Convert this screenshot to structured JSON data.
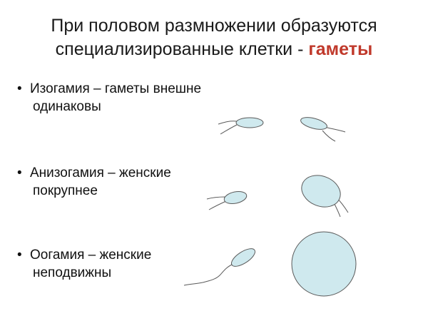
{
  "title": {
    "line1": "При половом размножении образуются",
    "line2_text": "специализированные клетки - ",
    "line2_accent": "гаметы"
  },
  "bullets": [
    {
      "marker": "•",
      "line1": "Изогамия – гаметы внешне",
      "line2": "одинаковы"
    },
    {
      "marker": "•",
      "line1": "Анизогамия – женские",
      "line2": "покрупнее"
    },
    {
      "marker": "•",
      "line1": "Оогамия – женские",
      "line2": "неподвижны"
    }
  ],
  "colors": {
    "accent": "#c0392b",
    "cell_fill": "#cfe9ee",
    "cell_stroke": "#5a5a5a"
  }
}
